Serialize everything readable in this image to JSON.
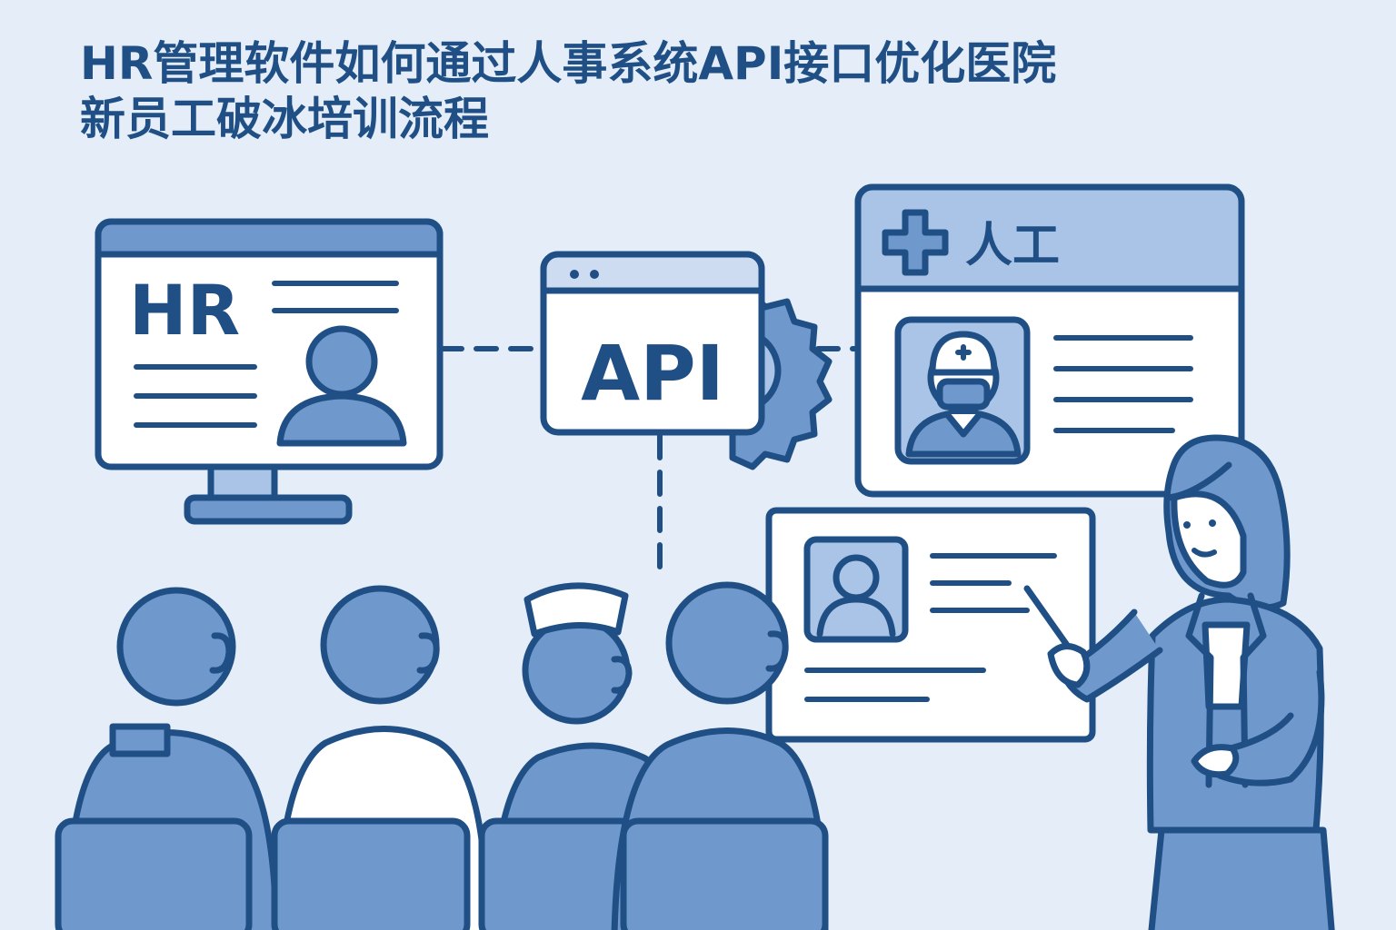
{
  "title": {
    "line1": "HR管理软件如何通过人事系统API接口优化医院",
    "line2": "新员工破冰培训流程"
  },
  "hr_monitor": {
    "label": "HR"
  },
  "api_window": {
    "label": "API"
  },
  "hospital_panel": {
    "header_label": "人工"
  },
  "colors": {
    "background": "#e4edf8",
    "outline": "#1f4f85",
    "accent_light": "#a9c4e6",
    "accent_mid": "#6f98cd",
    "panel_fill": "#ffffff"
  },
  "icons": [
    "medical-cross-icon",
    "person-icon",
    "doctor-icon",
    "gear-icon"
  ]
}
